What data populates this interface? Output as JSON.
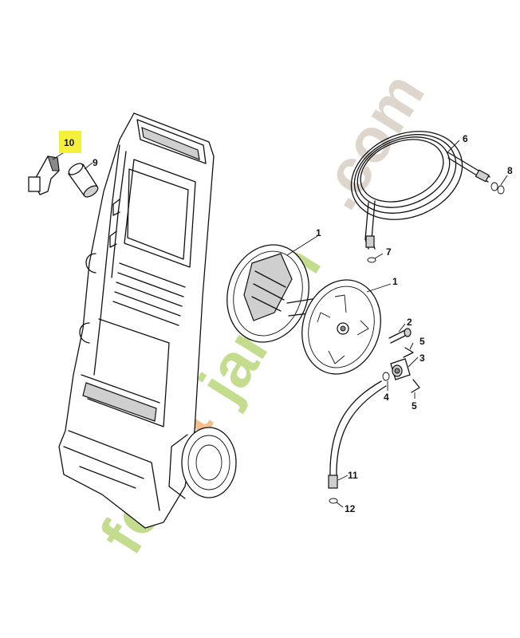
{
  "watermark": {
    "text_green_a": "for",
    "text_orange": "et",
    "text_green_b": "jardin",
    "text_tan": ".com",
    "green_color": "#b9d67a",
    "orange_color": "#f2b37a",
    "tan_color": "#d8cfc4"
  },
  "highlight_color": "#f5f03a",
  "callouts": {
    "c1a": "1",
    "c1b": "1",
    "c2": "2",
    "c3": "3",
    "c4": "4",
    "c5a": "5",
    "c5b": "5",
    "c6": "6",
    "c7": "7",
    "c8": "8",
    "c9": "9",
    "c10": "10",
    "c11": "11",
    "c12": "12"
  }
}
